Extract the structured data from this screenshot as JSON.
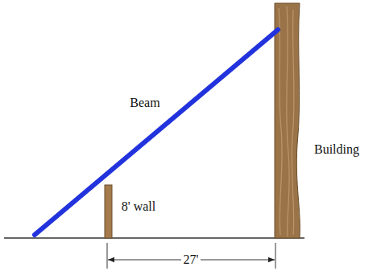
{
  "diagram": {
    "labels": [
      "Beam",
      "8' wall",
      "Building",
      "27'"
    ]
  }
}
